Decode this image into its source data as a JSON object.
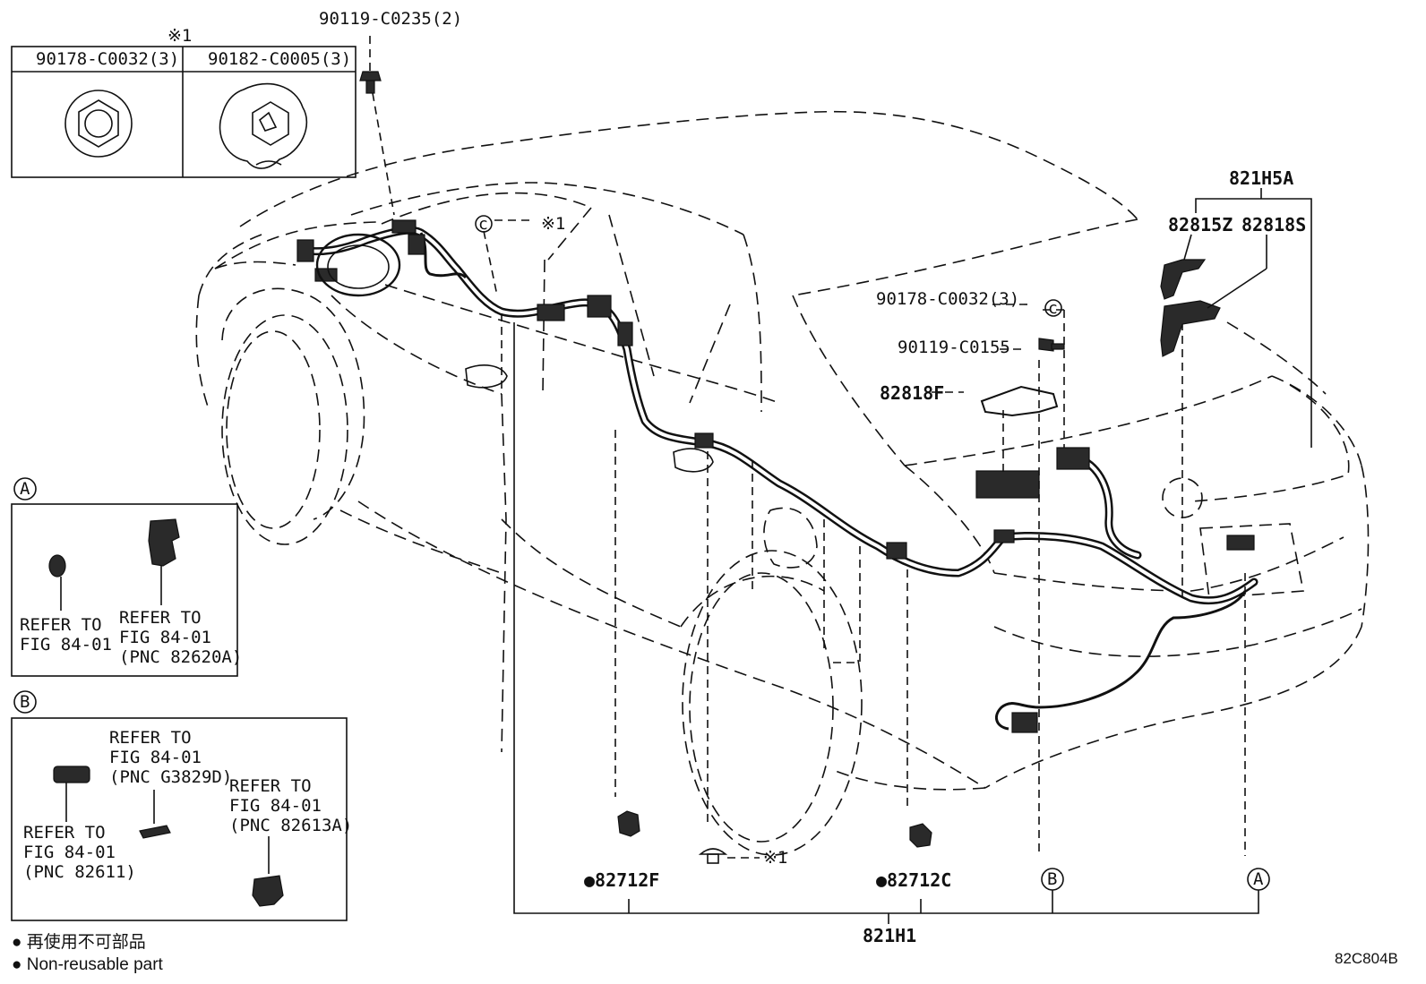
{
  "inset_top": {
    "mark": "※1",
    "cell_left_label": "90178-C0032(3)",
    "cell_right_label": "90182-C0005(3)"
  },
  "callouts": {
    "top_bolt": "90119-C0235(2)",
    "roof_clip_mark": "※1",
    "p821H5A": "821H5A",
    "p82815Z": "82815Z",
    "p82818S": "82818S",
    "p90178": "90178-C0032(3)",
    "p90119_c0155": "90119-C0155",
    "p82818F": "82818F",
    "p82712F": "●82712F",
    "p82712C": "●82712C",
    "bottom_clip_mark": "※1",
    "circle_b": "B",
    "circle_a": "A",
    "p821H1": "821H1"
  },
  "inset_a": {
    "marker": "A",
    "ref1_line1": "REFER TO",
    "ref1_line2": "FIG 84-01",
    "ref2_line1": "REFER TO",
    "ref2_line2": "FIG 84-01",
    "ref2_line3": "(PNC 82620A)"
  },
  "inset_b": {
    "marker": "B",
    "ref1_line1": "REFER TO",
    "ref1_line2": "FIG 84-01",
    "ref1_line3": "(PNC G3829D)",
    "ref2_line1": "REFER TO",
    "ref2_line2": "FIG 84-01",
    "ref2_line3": "(PNC 82613A)",
    "ref3_line1": "REFER TO",
    "ref3_line2": "FIG 84-01",
    "ref3_line3": "(PNC 82611)"
  },
  "legend": {
    "line_jp": "● 再使用不可部品",
    "line_en": "● Non-reusable part"
  },
  "figure_code": "82C804B"
}
